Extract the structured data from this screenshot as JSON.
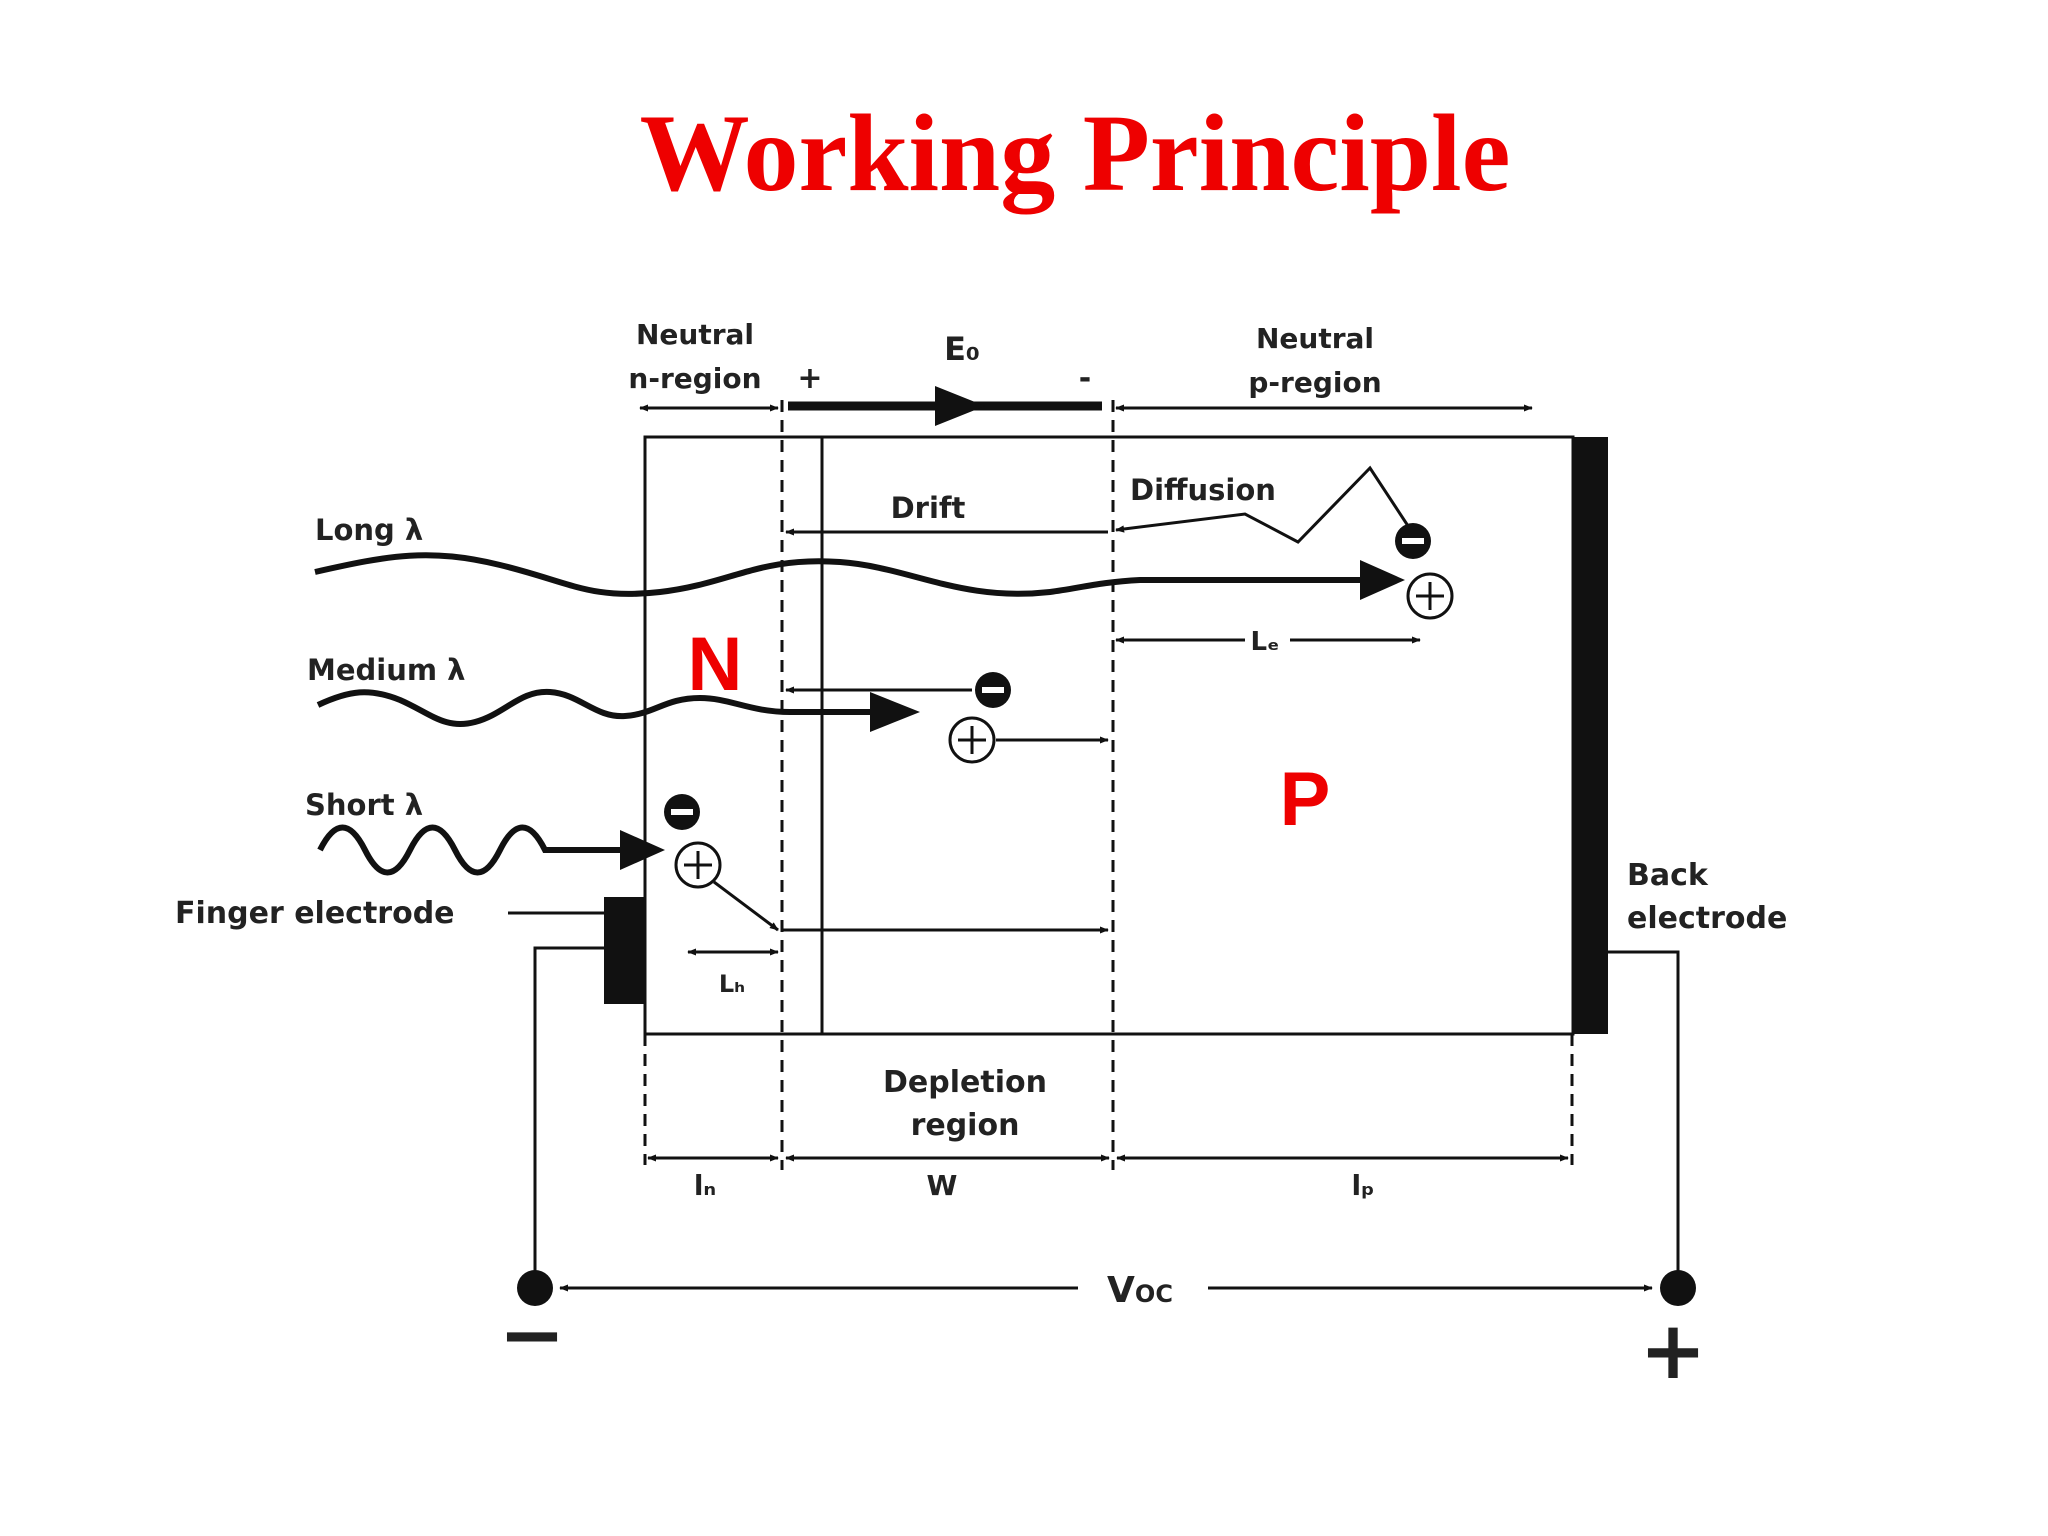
{
  "title": "Working Principle",
  "colors": {
    "title": "#ee0000",
    "region_letters": "#ee0000",
    "lines": "#111111"
  },
  "diagram": {
    "neutral_n_region": [
      "Neutral",
      "n-region"
    ],
    "field": {
      "label": "E₀",
      "plus": "+",
      "minus": "-"
    },
    "neutral_p_region": [
      "Neutral",
      "p-region"
    ],
    "drift": "Drift",
    "diffusion": "Diffusion",
    "long_wavelength": "Long λ",
    "medium_wavelength": "Medium λ",
    "short_wavelength": "Short λ",
    "finger_electrode": "Finger electrode",
    "back_electrode": [
      "Back",
      "electrode"
    ],
    "n_letter": "N",
    "p_letter": "P",
    "le_label": "Lₑ",
    "lh_label": "Lₕ",
    "depletion_region": [
      "Depletion",
      "region"
    ],
    "ln_label": "lₙ",
    "w_label": "W",
    "lp_label": "lₚ",
    "voc_label": "V",
    "voc_sub": "OC",
    "terminal_minus": "−",
    "terminal_plus": "+"
  }
}
